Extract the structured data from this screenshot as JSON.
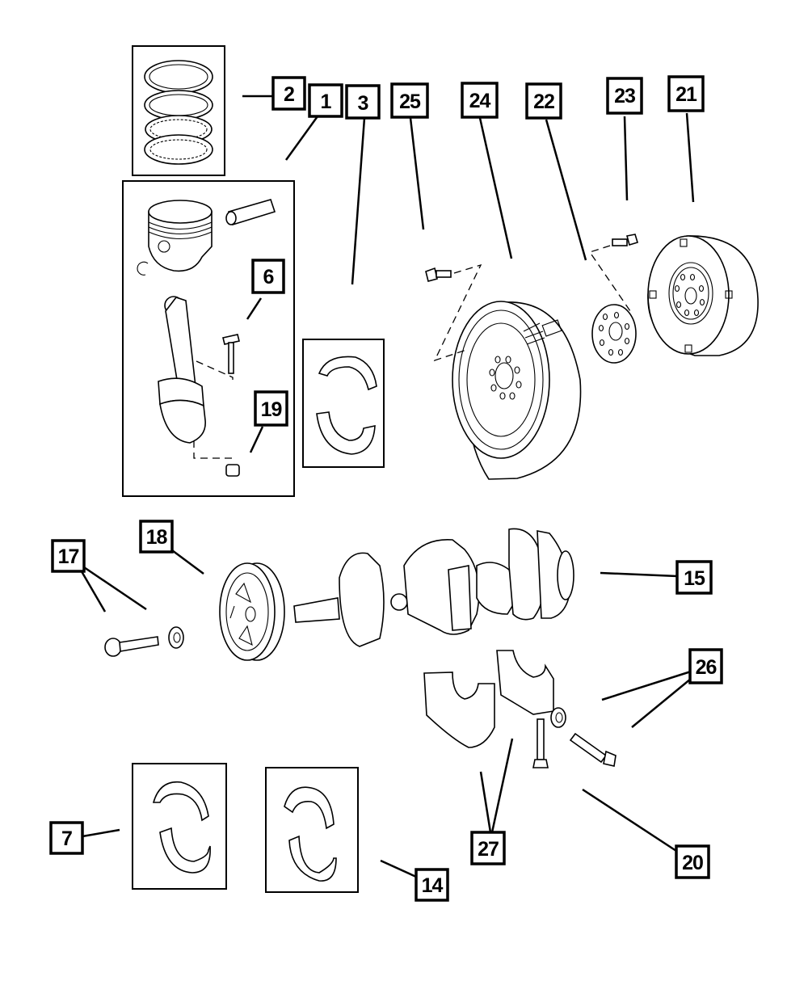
{
  "diagram": {
    "type": "exploded-parts-diagram",
    "subject": "crankshaft, pistons, connecting rods and bearings",
    "callouts": [
      {
        "id": "c2",
        "label": "2",
        "part": "piston-rings"
      },
      {
        "id": "c1",
        "label": "1",
        "part": "piston-and-connecting-rod-assembly"
      },
      {
        "id": "c3",
        "label": "3",
        "part": "connecting-rod-bearing"
      },
      {
        "id": "c25",
        "label": "25",
        "part": "bolt"
      },
      {
        "id": "c24",
        "label": "24",
        "part": "flexplate-or-flywheel"
      },
      {
        "id": "c22",
        "label": "22",
        "part": "plate"
      },
      {
        "id": "c23",
        "label": "23",
        "part": "bolt"
      },
      {
        "id": "c21",
        "label": "21",
        "part": "flywheel"
      },
      {
        "id": "c6",
        "label": "6",
        "part": "connecting-rod-bolt"
      },
      {
        "id": "c19",
        "label": "19",
        "part": "connecting-rod-nut"
      },
      {
        "id": "c18",
        "label": "18",
        "part": "vibration-damper"
      },
      {
        "id": "c17",
        "label": "17",
        "part": "damper-bolt-and-washer"
      },
      {
        "id": "c15",
        "label": "15",
        "part": "crankshaft"
      },
      {
        "id": "c26",
        "label": "26",
        "part": "bolt-and-washer"
      },
      {
        "id": "c27",
        "label": "27",
        "part": "main-bearing-caps"
      },
      {
        "id": "c20",
        "label": "20",
        "part": "bolt"
      },
      {
        "id": "c7",
        "label": "7",
        "part": "main-bearing"
      },
      {
        "id": "c14",
        "label": "14",
        "part": "thrust-bearing"
      }
    ],
    "colors": {
      "ink": "#000000",
      "background": "#ffffff"
    }
  }
}
